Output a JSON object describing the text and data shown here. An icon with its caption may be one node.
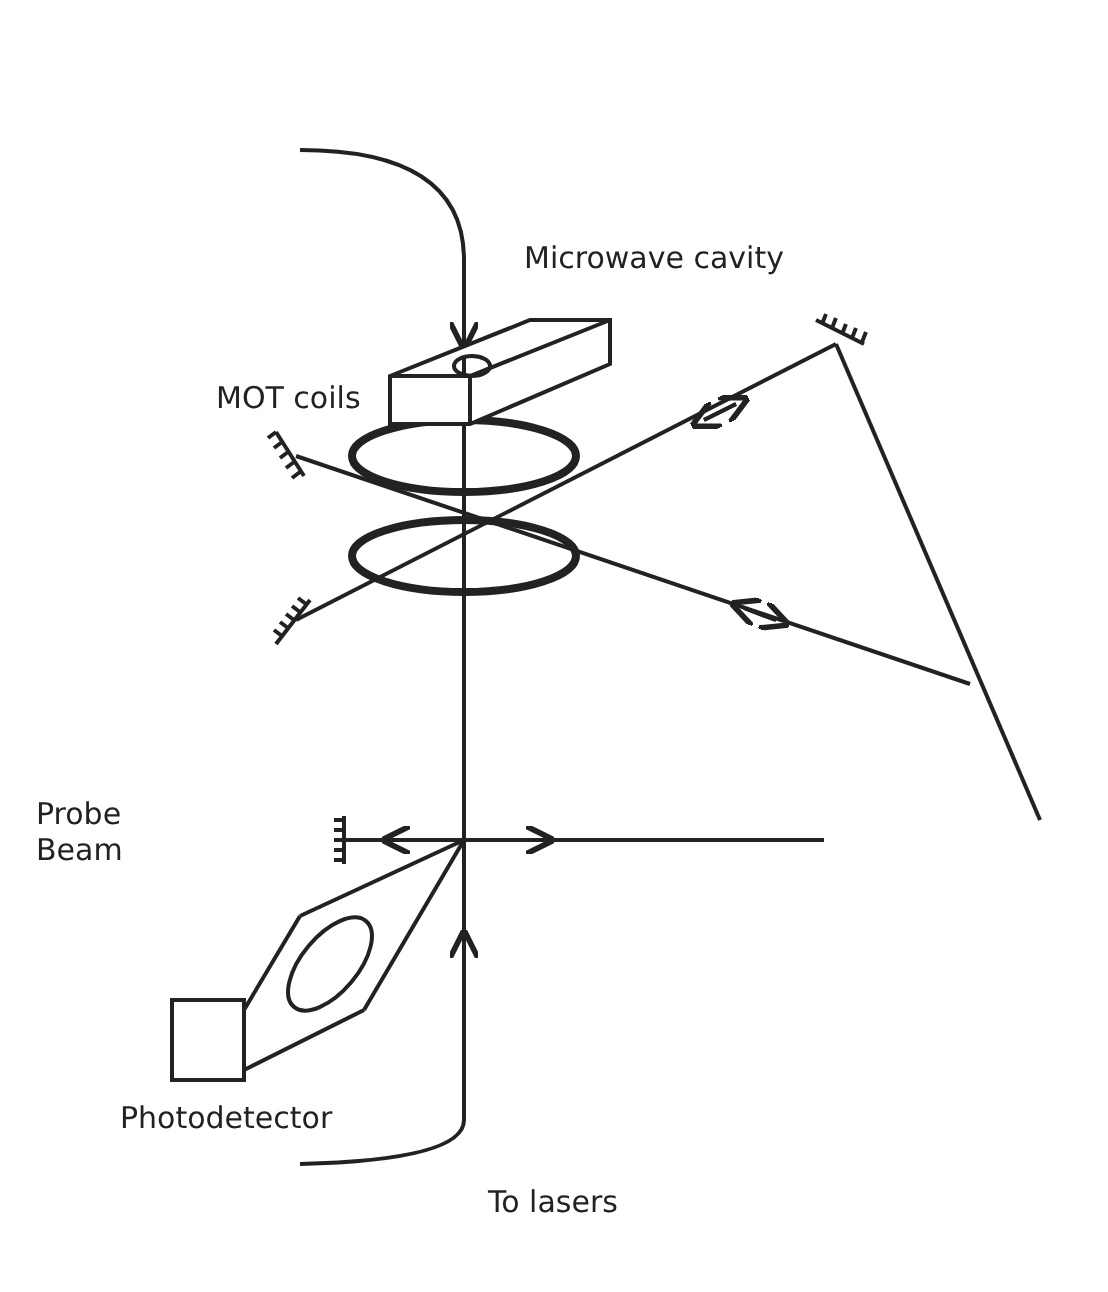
{
  "diagram": {
    "labels": [
      "Microwave cavity",
      "MOT coils",
      "Probe Beam",
      "Photodetector",
      "To lasers"
    ]
  }
}
